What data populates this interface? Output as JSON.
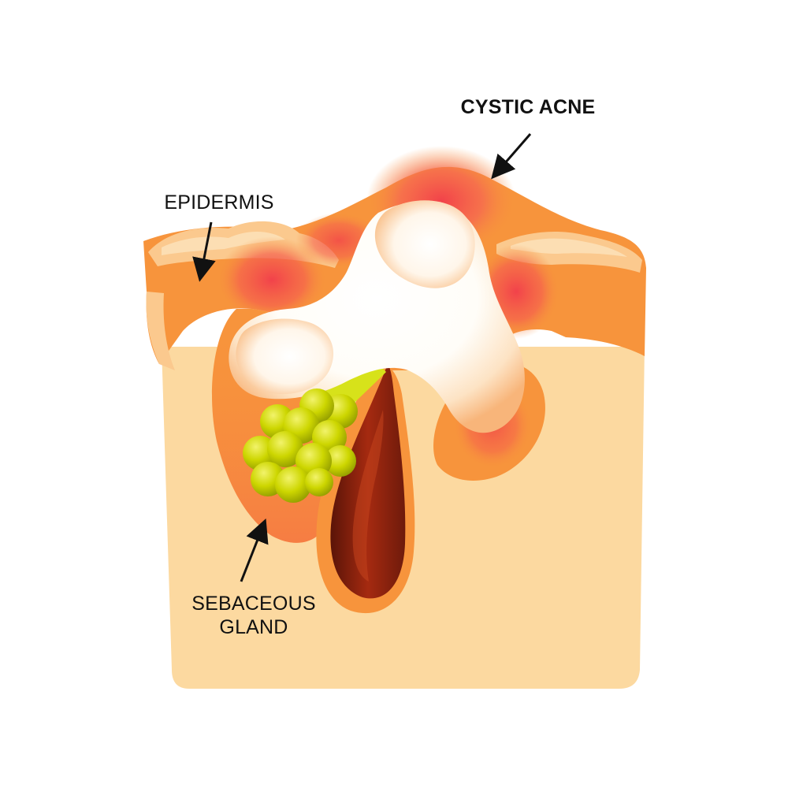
{
  "labels": {
    "cystic_acne": "CYSTIC ACNE",
    "epidermis": "EPIDERMIS",
    "sebaceous_line1": "SEBACEOUS",
    "sebaceous_line2": "GLAND"
  },
  "colors": {
    "background": "#ffffff",
    "dermis": "#fcd9a0",
    "epidermis_orange": "#f7943c",
    "skin_ridge": "#fbc98e",
    "inflammation_red": "#f2464a",
    "cyst_pus": "#ffffff",
    "follicle_dark": "#6b1a0c",
    "follicle_mid": "#a8290f",
    "sebaceous_yellow": "#c9d400",
    "sebaceous_highlight": "#eef060",
    "arrow": "#111111"
  }
}
